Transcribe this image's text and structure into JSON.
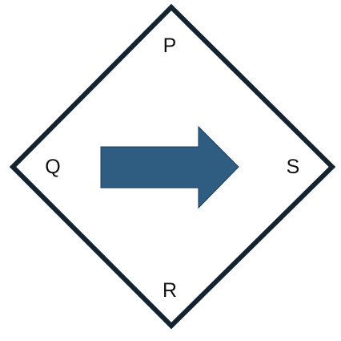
{
  "diagram": {
    "labels": {
      "top": "P",
      "left": "Q",
      "bottom": "R",
      "right": "S"
    },
    "arrow": {
      "direction": "right",
      "color": "#2f5d82"
    },
    "outline_color": "#142330"
  }
}
